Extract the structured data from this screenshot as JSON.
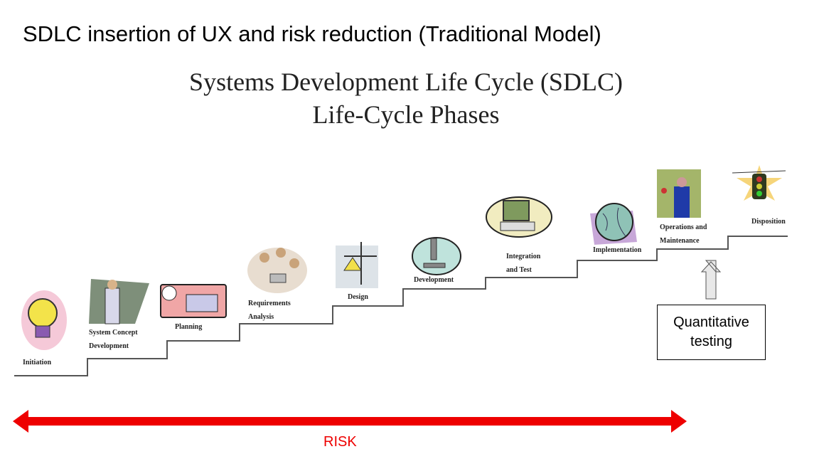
{
  "slide_title": "SDLC insertion of UX and risk reduction (Traditional Model)",
  "diagram_title_line1": "Systems Development Life Cycle (SDLC)",
  "diagram_title_line2": "Life-Cycle Phases",
  "phases": [
    {
      "line1": "Initiation",
      "line2": "",
      "icon": "lightbulb-icon"
    },
    {
      "line1": "System Concept",
      "line2": "Development",
      "icon": "thinker-icon"
    },
    {
      "line1": "Planning",
      "line2": "",
      "icon": "calendar-book-icon"
    },
    {
      "line1": "Requirements",
      "line2": "Analysis",
      "icon": "team-meeting-icon"
    },
    {
      "line1": "Design",
      "line2": "",
      "icon": "scales-icon"
    },
    {
      "line1": "Development",
      "line2": "",
      "icon": "microscope-icon"
    },
    {
      "line1": "Integration",
      "line2": "and Test",
      "icon": "computer-icon"
    },
    {
      "line1": "Implementation",
      "line2": "",
      "icon": "globe-icon"
    },
    {
      "line1": "Operations and",
      "line2": "Maintenance",
      "icon": "businessman-icon"
    },
    {
      "line1": "Disposition",
      "line2": "",
      "icon": "traffic-light-icon"
    }
  ],
  "callout": {
    "line1": "Quantitative",
    "line2": "testing"
  },
  "risk_label": "RISK",
  "colors": {
    "risk": "#ee0000",
    "stairs": "#555555",
    "arrow_fill": "#e8e8e8"
  }
}
